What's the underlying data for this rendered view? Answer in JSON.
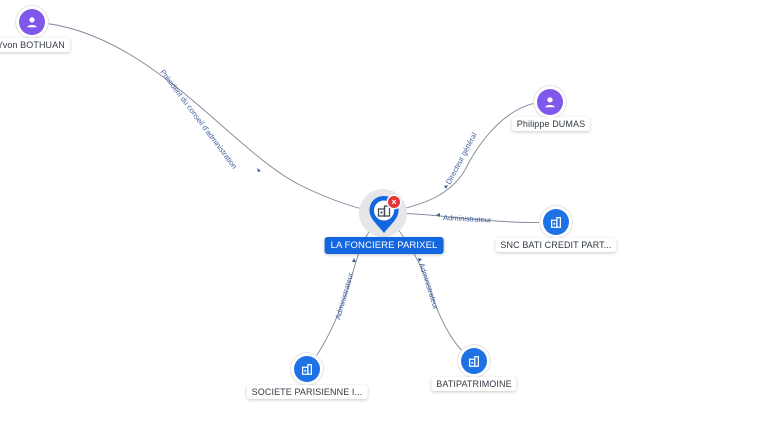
{
  "center": {
    "label": "LA FONCIERE PARIXEL",
    "icon": "building-icon",
    "color": "#1266e0"
  },
  "nodes": [
    {
      "id": "yvon",
      "type": "person",
      "label": "Yvon BOTHUAN",
      "icon": "person-icon",
      "color": "#8158ec"
    },
    {
      "id": "philippe",
      "type": "person",
      "label": "Philippe DUMAS",
      "icon": "person-icon",
      "color": "#8158ec"
    },
    {
      "id": "snc",
      "type": "company",
      "label": "SNC BATI CREDIT PART...",
      "icon": "building-icon",
      "color": "#1f72e6"
    },
    {
      "id": "batipatrimoine",
      "type": "company",
      "label": "BATIPATRIMOINE",
      "icon": "building-icon",
      "color": "#1f72e6"
    },
    {
      "id": "societe",
      "type": "company",
      "label": "SOCIETE PARISIENNE I...",
      "icon": "building-icon",
      "color": "#1f72e6"
    }
  ],
  "edges": [
    {
      "from": "yvon",
      "role": "Président du conseil d'administration"
    },
    {
      "from": "philippe",
      "role": "Directeur général"
    },
    {
      "from": "snc",
      "role": "Administrateur"
    },
    {
      "from": "batipatrimoine",
      "role": "Administrateur"
    },
    {
      "from": "societe",
      "role": "Administrateur"
    }
  ],
  "edge_color": "#7d8799"
}
